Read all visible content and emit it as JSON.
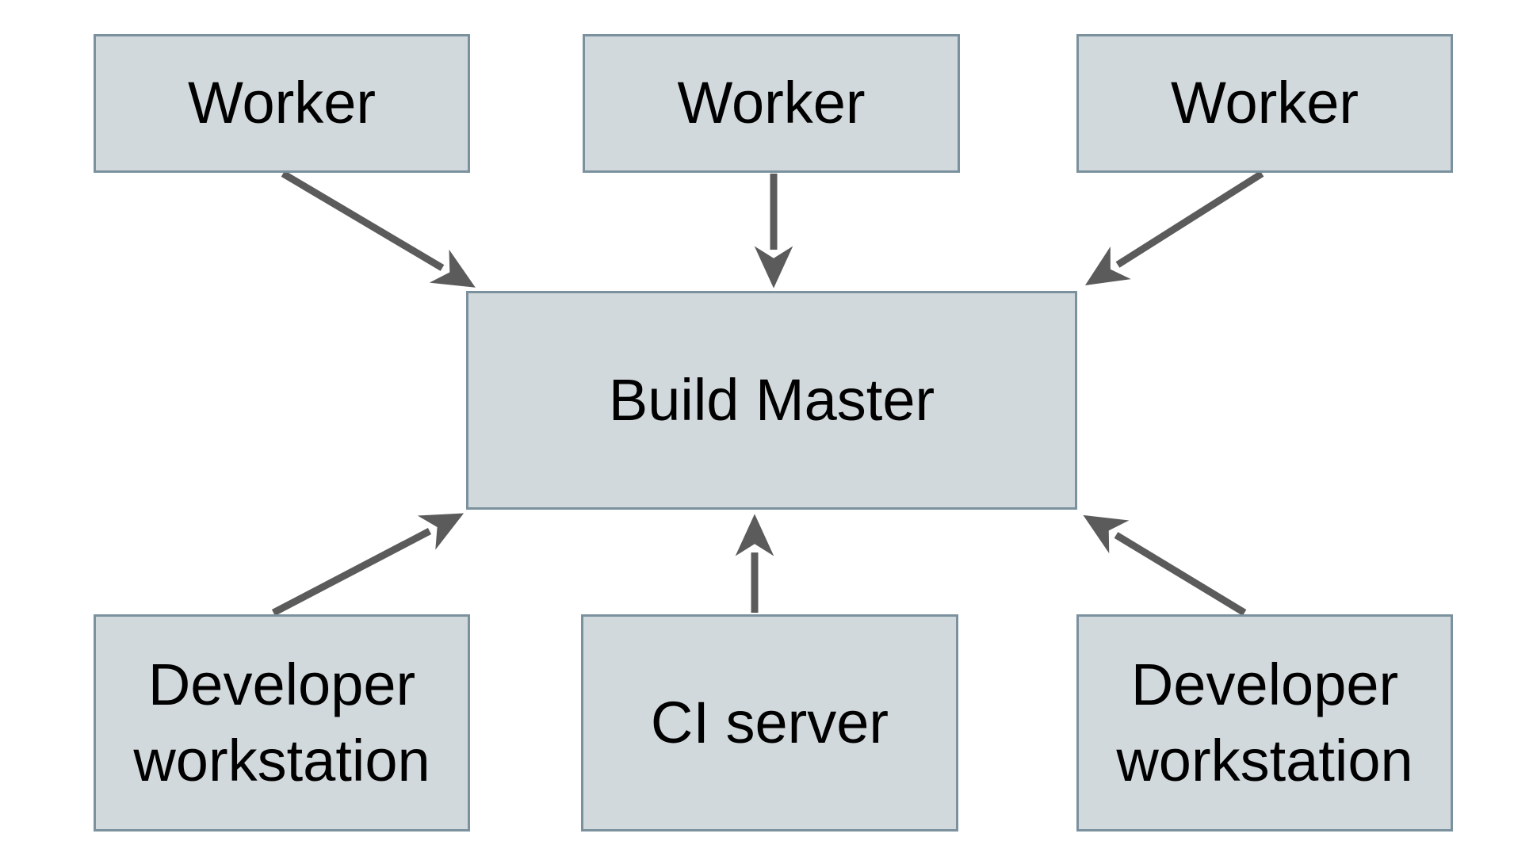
{
  "colors": {
    "background": "#ffffff",
    "node_fill": "#d2d9dc",
    "node_border": "#7b929e",
    "arrow": "#5b5b5b",
    "text": "#000000"
  },
  "nodes": [
    {
      "id": "worker-1",
      "label": "Worker"
    },
    {
      "id": "worker-2",
      "label": "Worker"
    },
    {
      "id": "worker-3",
      "label": "Worker"
    },
    {
      "id": "build-master",
      "label": "Build Master"
    },
    {
      "id": "dev-workstation-1",
      "label": "Developer workstation"
    },
    {
      "id": "ci-server",
      "label": "CI server"
    },
    {
      "id": "dev-workstation-2",
      "label": "Developer workstation"
    }
  ],
  "edges": [
    {
      "from": "worker-1",
      "to": "build-master"
    },
    {
      "from": "worker-2",
      "to": "build-master"
    },
    {
      "from": "worker-3",
      "to": "build-master"
    },
    {
      "from": "dev-workstation-1",
      "to": "build-master"
    },
    {
      "from": "ci-server",
      "to": "build-master"
    },
    {
      "from": "dev-workstation-2",
      "to": "build-master"
    }
  ]
}
